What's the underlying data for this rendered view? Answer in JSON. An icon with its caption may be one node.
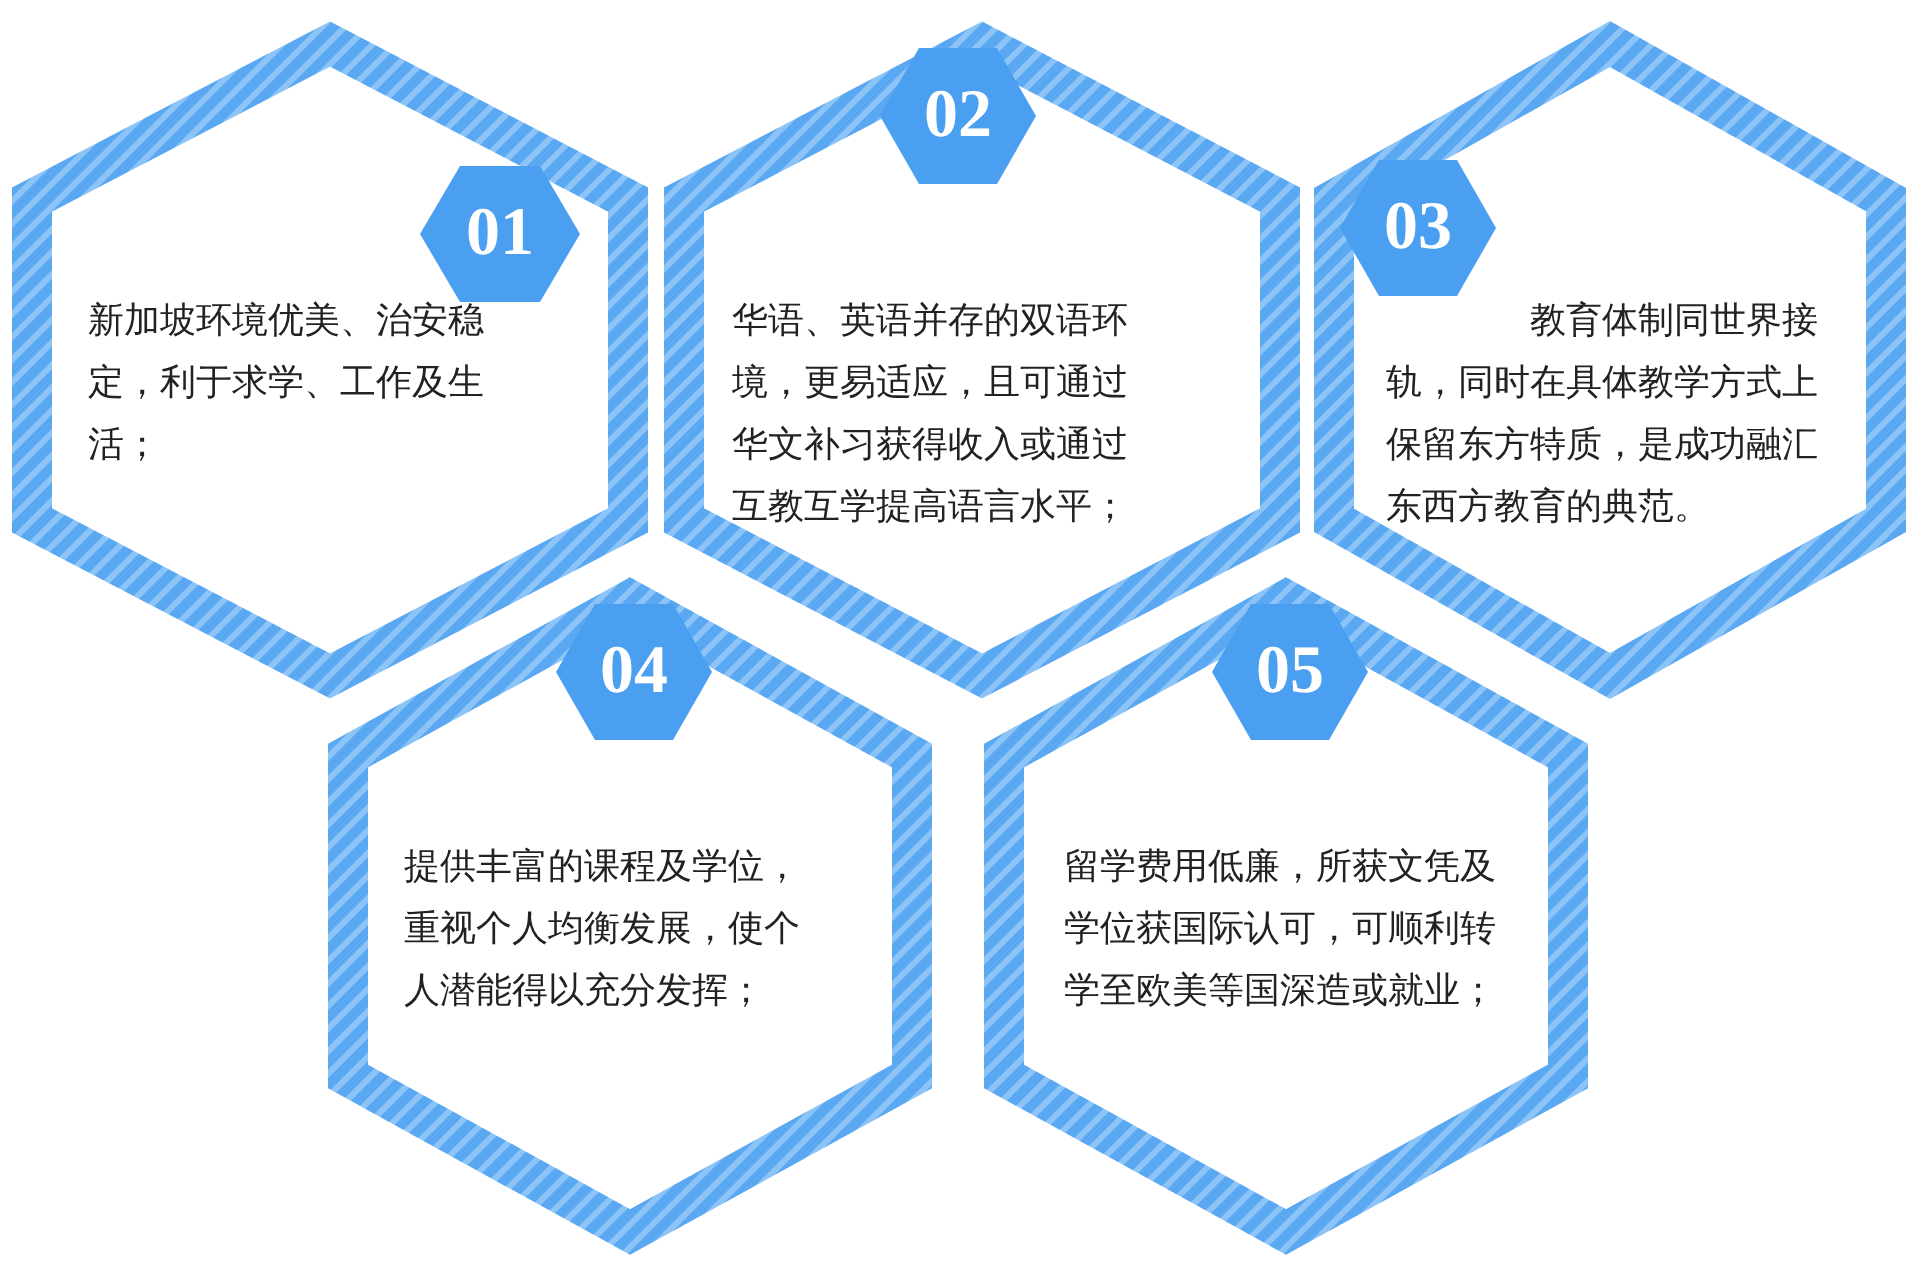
{
  "diagram": {
    "nodes": [
      {
        "text": [
          "新加坡环境优美、治安稳定，利于求学、工作及生活；"
        ]
      },
      {
        "text": [
          "01"
        ],
        "in": 0
      },
      {
        "text": [
          "华语、英语并存的双语环境，更易适应，且可通过华文补习获得收入或通过互教互学提高语言水平；"
        ]
      },
      {
        "text": [
          "02"
        ],
        "in": 2
      },
      {
        "text": [
          "教育体制同世界接轨，同时在具体教学方式上保留东方特质，是成功融汇东西方教育的典范。"
        ]
      },
      {
        "text": [
          "03"
        ],
        "in": 4
      },
      {
        "text": [
          "提供丰富的课程及学位，重视个人均衡发展，使个人潜能得以充分发挥；"
        ]
      },
      {
        "text": [
          "04"
        ],
        "in": 6
      },
      {
        "text": [
          "留学费用低廉，所获文凭及学位获国际认可，可顺利转学至欧美等国深造或就业；"
        ]
      },
      {
        "text": [
          "05"
        ],
        "in": 8
      }
    ]
  }
}
